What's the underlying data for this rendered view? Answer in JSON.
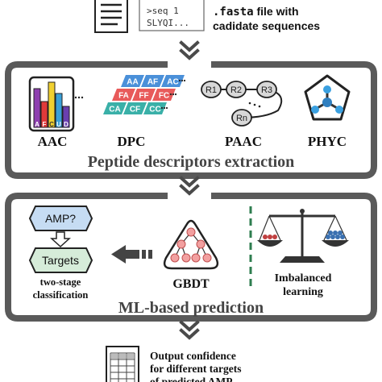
{
  "input": {
    "seq_line1": ">seq 1",
    "seq_line2": "SLYQI...",
    "caption_ext": ".fasta",
    "caption_rest": " file with",
    "caption_line2": "cadidate sequences"
  },
  "descriptors": {
    "panel_title": "Peptide descriptors extraction",
    "aac": {
      "label": "AAC",
      "bar_letters": [
        "A",
        "F",
        "C",
        "U",
        "D"
      ]
    },
    "dpc": {
      "label": "DPC",
      "cells": [
        [
          "AA",
          "AF",
          "AC"
        ],
        [
          "FA",
          "FF",
          "FC"
        ],
        [
          "CA",
          "CF",
          "CC"
        ]
      ]
    },
    "paac": {
      "label": "PAAC",
      "nodes": [
        "R1",
        "R2",
        "R3",
        "Rn"
      ]
    },
    "phyc": {
      "label": "PHYC"
    }
  },
  "prediction": {
    "panel_title": "ML-based prediction",
    "q_label": "AMP?",
    "targets_label": "Targets",
    "twostage_line1": "two-stage",
    "twostage_line2": "classification",
    "gbdt_label": "GBDT",
    "imb_line1": "Imbalanced",
    "imb_line2": "learning"
  },
  "output": {
    "line1": "Output confidence",
    "line2": "for different targets",
    "line3": "of predicted AMP"
  },
  "colors": {
    "frame": "#5a5a5a",
    "chevron": "#4a4a4a",
    "dpc_blue": "#4a90d9",
    "dpc_red": "#e85a5a",
    "dpc_teal": "#3ab0a8",
    "aac_purple": "#8e3fb0",
    "green_box": "#d6ecd9",
    "blue_box": "#c6dcf3",
    "tree_node": "#f2a0a0",
    "scale_dark": "#333333"
  }
}
